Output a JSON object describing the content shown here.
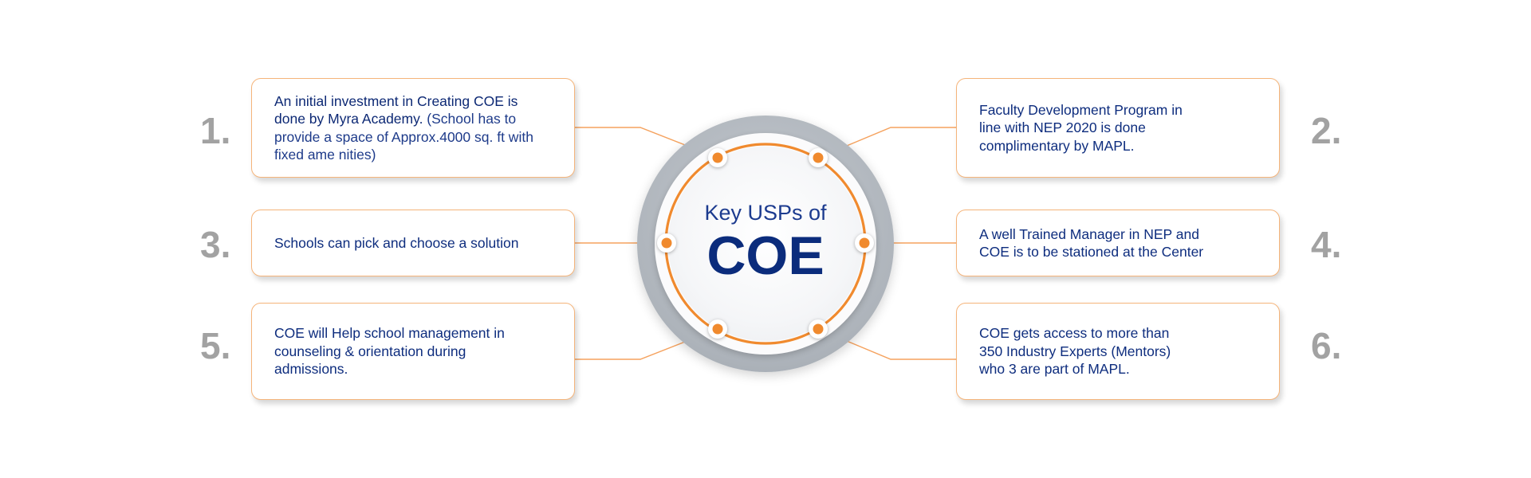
{
  "center": {
    "title": "Key USPs of",
    "big": "COE"
  },
  "colors": {
    "accent_orange": "#f08a2e",
    "navy_text": "#0e2d7e",
    "number_gray": "#a2a2a2",
    "box_border": "#f5b47a",
    "ring_gray": "#aeb4bb"
  },
  "items": [
    {
      "number": "1.",
      "text_bold": "An initial investment in Creating COE is done by Myra Academy.",
      "text_rest": " (School has to provide a space of Approx.4000 sq. ft with fixed ame nities)"
    },
    {
      "number": "2.",
      "text": "Faculty Development Program in line with  NEP 2020 is done complimentary by MAPL."
    },
    {
      "number": "3.",
      "text": "Schools can pick and choose a solution"
    },
    {
      "number": "4.",
      "text": "A well Trained Manager in NEP and COE is to  be stationed at the Center"
    },
    {
      "number": "5.",
      "text": "COE will Help school management in counseling & orientation during admissions."
    },
    {
      "number": "6.",
      "text": "COE gets access to more than 350 Industry Experts (Mentors) who 3 are part of MAPL."
    }
  ]
}
